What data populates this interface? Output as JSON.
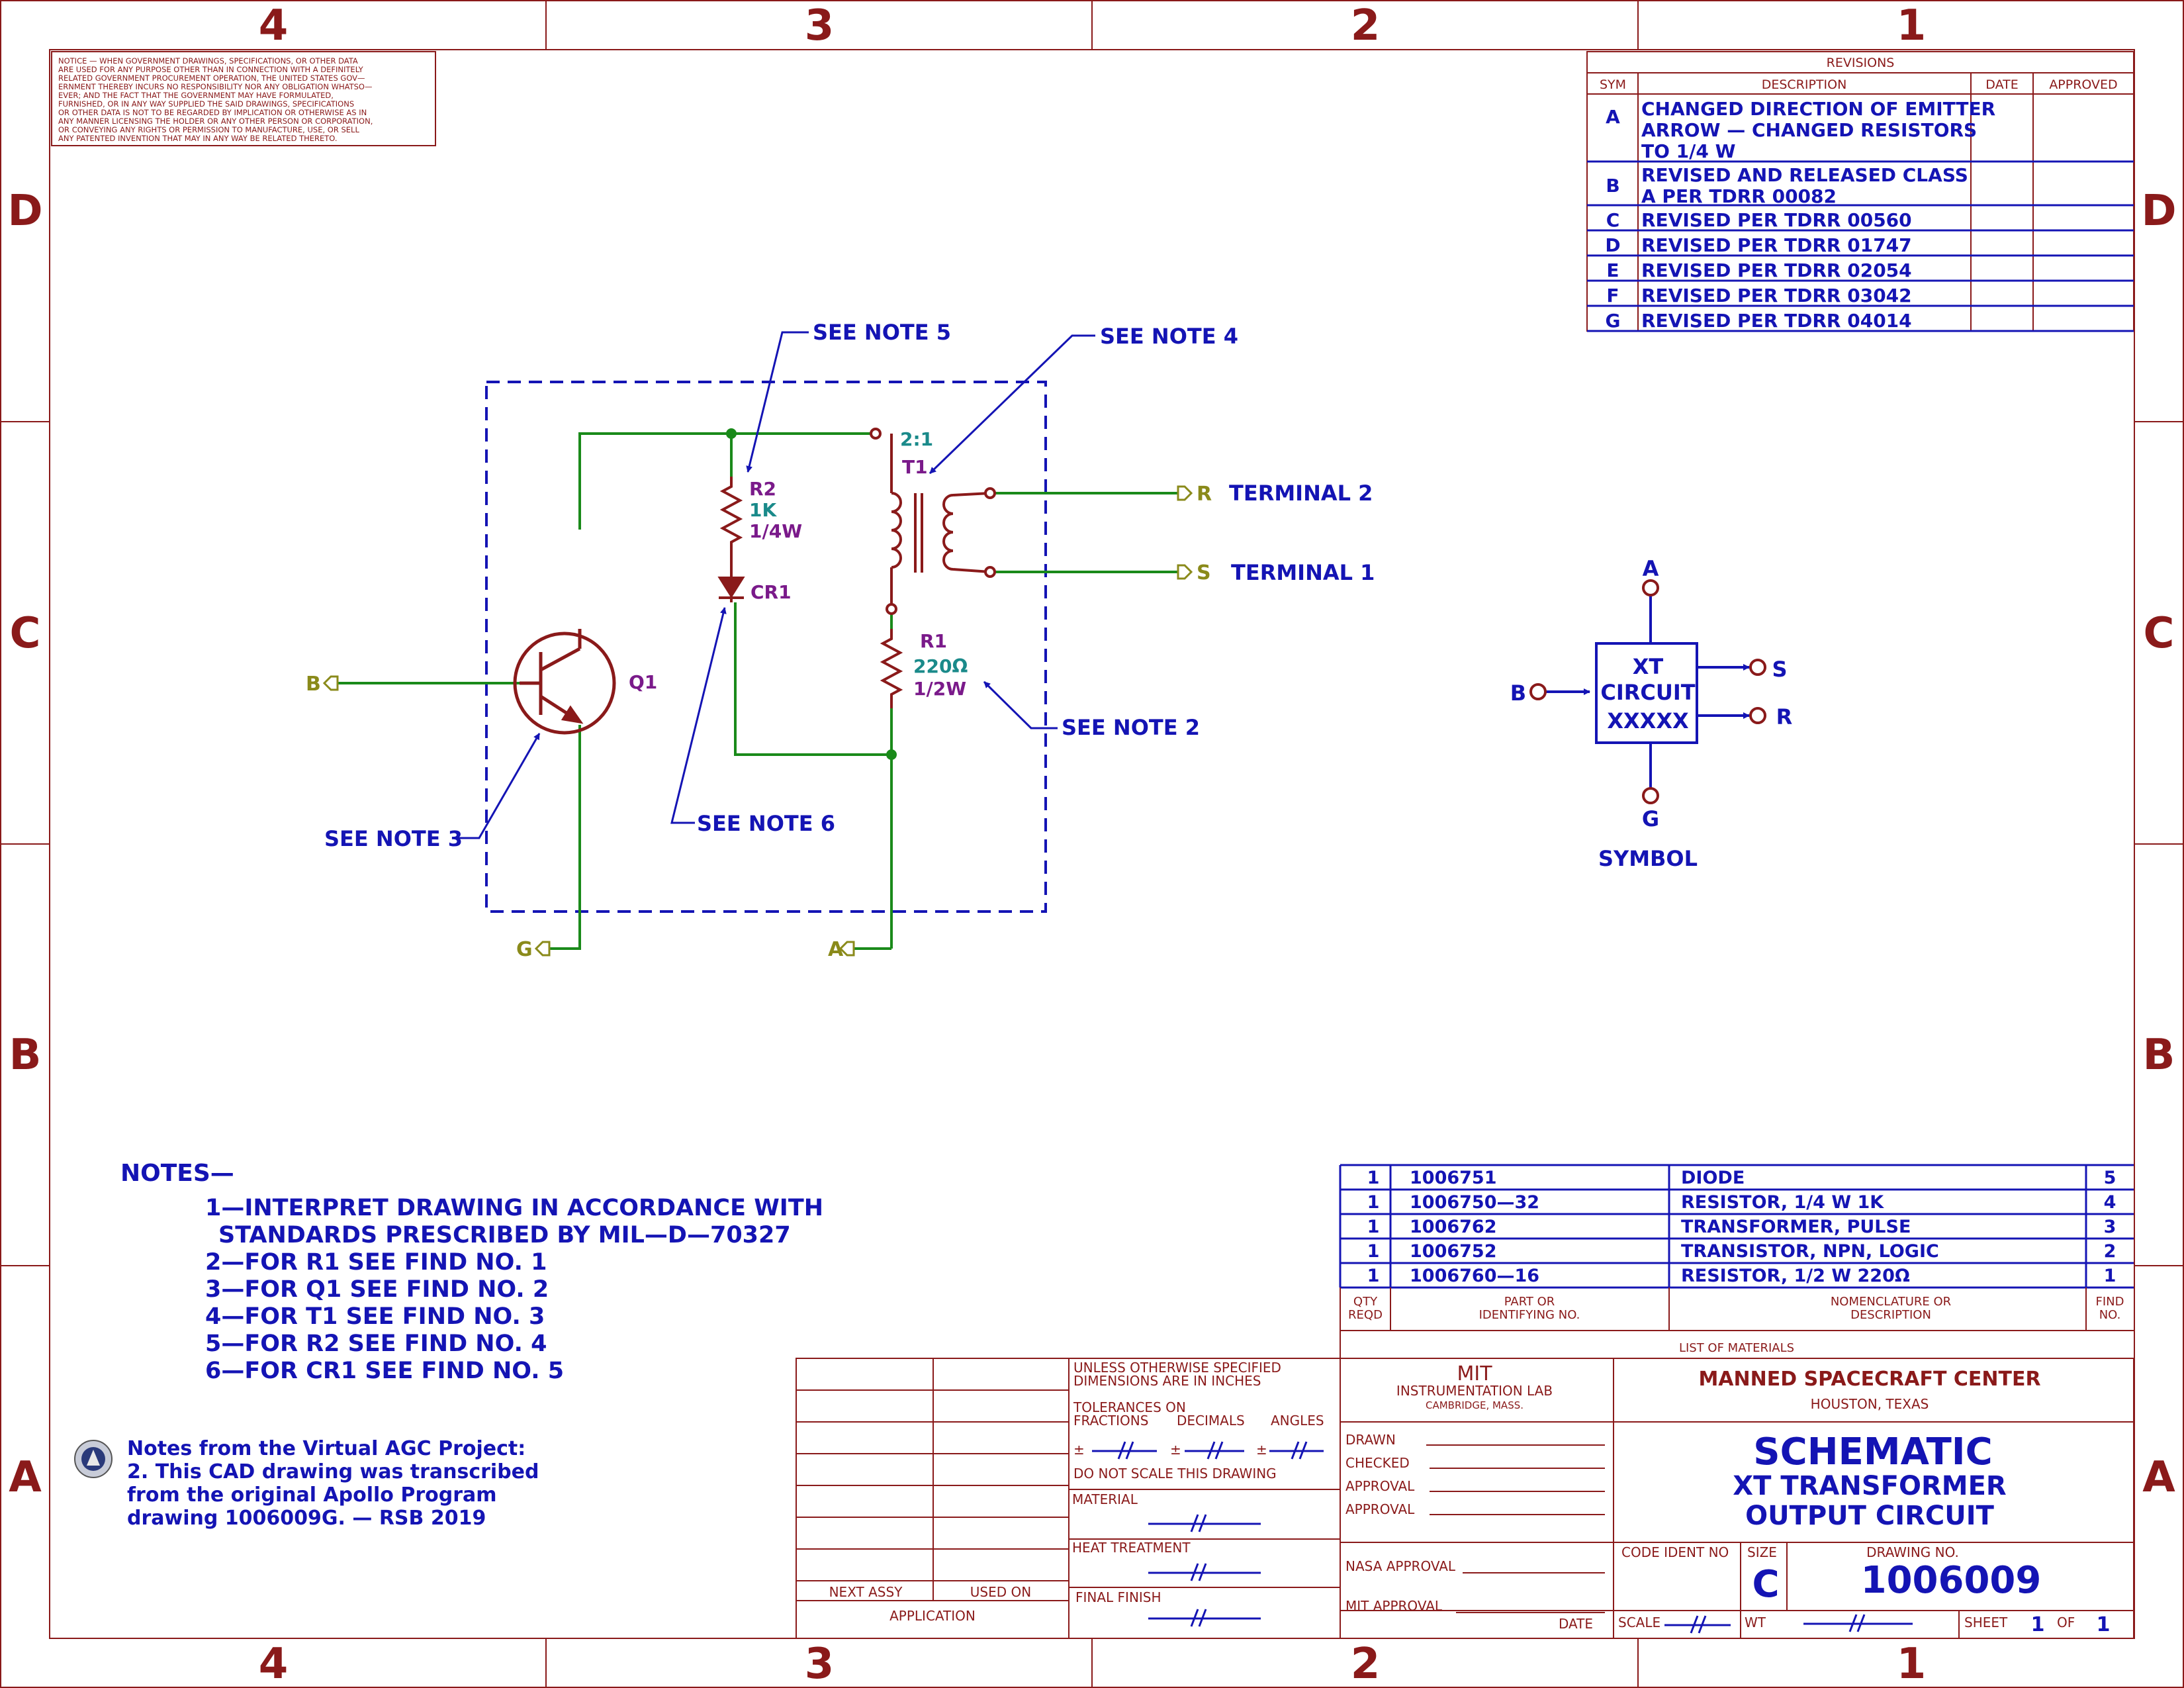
{
  "colors": {
    "border": "#8a1a1a",
    "blue": "#1414b4",
    "wire": "#1a8a1a",
    "part": "#8a1a1a",
    "refdes": "#7a1a8a",
    "value": "#1a8a8a",
    "port": "#8a8a1a"
  },
  "zones": {
    "columns": [
      "4",
      "3",
      "2",
      "1"
    ],
    "rows": [
      "D",
      "C",
      "B",
      "A"
    ]
  },
  "notice": "NOTICE — WHEN GOVERNMENT DRAWINGS, SPECIFICATIONS, OR OTHER DATA ARE USED FOR ANY PURPOSE OTHER THAN IN CONNECTION WITH A DEFINITELY RELATED GOVERNMENT PROCUREMENT OPERATION, THE UNITED STATES GOVERNMENT THEREBY INCURS NO RESPONSIBILITY NOR ANY OBLIGATION WHATSOEVER; AND THE FACT THAT THE GOVERNMENT MAY HAVE FORMULATED, FURNISHED, OR IN ANY WAY SUPPLIED THE SAID DRAWINGS, SPECIFICATIONS OR OTHER DATA IS NOT TO BE REGARDED BY IMPLICATION OR OTHERWISE AS IN ANY MANNER LICENSING THE HOLDER OR ANY OTHER PERSON OR CORPORATION, OR CONVEYING ANY RIGHTS OR PERMISSION TO MANUFACTURE, USE, OR SELL ANY PATENTED INVENTION THAT MAY IN ANY WAY BE RELATED THERETO.",
  "notice_lines": [
    "NOTICE — WHEN GOVERNMENT DRAWINGS, SPECIFICATIONS, OR OTHER DATA",
    "ARE USED FOR ANY PURPOSE OTHER THAN IN CONNECTION WITH A DEFINITELY",
    "RELATED GOVERNMENT PROCUREMENT OPERATION, THE UNITED STATES GOV—",
    "ERNMENT THEREBY INCURS NO RESPONSIBILITY NOR ANY OBLIGATION WHATSO—",
    "EVER; AND THE FACT THAT THE GOVERNMENT MAY HAVE FORMULATED,",
    "FURNISHED, OR IN ANY WAY SUPPLIED THE SAID DRAWINGS, SPECIFICATIONS",
    "OR OTHER DATA IS NOT TO BE REGARDED BY IMPLICATION OR OTHERWISE AS IN",
    "ANY MANNER LICENSING THE HOLDER OR ANY OTHER PERSON OR CORPORATION,",
    "OR CONVEYING ANY RIGHTS OR PERMISSION TO MANUFACTURE, USE, OR SELL",
    "ANY PATENTED INVENTION THAT MAY IN ANY WAY BE RELATED THERETO."
  ],
  "revisions": {
    "title": "REVISIONS",
    "headers": {
      "sym": "SYM",
      "description": "DESCRIPTION",
      "date": "DATE",
      "approved": "APPROVED"
    },
    "rows": [
      {
        "sym": "A",
        "lines": [
          "CHANGED DIRECTION OF EMITTER",
          "ARROW — CHANGED RESISTORS",
          "TO 1/4 W"
        ]
      },
      {
        "sym": "B",
        "lines": [
          "REVISED AND RELEASED CLASS",
          "A PER TDRR  00082"
        ]
      },
      {
        "sym": "C",
        "lines": [
          "REVISED PER TDRR  00560"
        ]
      },
      {
        "sym": "D",
        "lines": [
          "REVISED PER TDRR  01747"
        ]
      },
      {
        "sym": "E",
        "lines": [
          "REVISED PER TDRR  02054"
        ]
      },
      {
        "sym": "F",
        "lines": [
          "REVISED PER TDRR  03042"
        ]
      },
      {
        "sym": "G",
        "lines": [
          "REVISED PER TDRR  04014"
        ]
      }
    ]
  },
  "schematic": {
    "q1": "Q1",
    "t1_ratio": "2:1",
    "t1": "T1",
    "r2": "R2",
    "r2_value": "1K",
    "r2_power": "1/4W",
    "cr1": "CR1",
    "r1": "R1",
    "r1_value": "220Ω",
    "r1_power": "1/2W",
    "port_b": "B",
    "port_g": "G",
    "port_a": "A",
    "port_r": "R",
    "port_s": "S",
    "terminal2": "TERMINAL 2",
    "terminal1": "TERMINAL 1",
    "note2": "SEE NOTE 2",
    "note3": "SEE NOTE 3",
    "note4": "SEE NOTE 4",
    "note5": "SEE NOTE 5",
    "note6": "SEE NOTE 6"
  },
  "symbol": {
    "line1": "XT",
    "line2": "CIRCUIT",
    "line3": "XXXXX",
    "pin_a": "A",
    "pin_b": "B",
    "pin_g": "G",
    "pin_s": "S",
    "pin_r": "R",
    "caption": "SYMBOL"
  },
  "notes": {
    "title": "NOTES—",
    "items": [
      "1—INTERPRET DRAWING IN ACCORDANCE WITH",
      "  STANDARDS PRESCRIBED BY MIL—D—70327",
      "2—FOR  R1  SEE FIND NO. 1",
      "3—FOR  Q1  SEE FIND NO. 2",
      "4—FOR  T1  SEE FIND NO. 3",
      "5—FOR  R2  SEE FIND NO. 4",
      "6—FOR  CR1  SEE FIND NO. 5"
    ],
    "agc": [
      "Notes from the Virtual AGC Project:",
      "2. This CAD drawing was transcribed",
      "    from the original Apollo Program",
      "    drawing 1006009G. — RSB 2019"
    ]
  },
  "materials": {
    "rows": [
      {
        "qty": "1",
        "part": "1006751",
        "desc": "DIODE",
        "find": "5"
      },
      {
        "qty": "1",
        "part": "1006750—32",
        "desc": "RESISTOR, 1/4 W 1K",
        "find": "4"
      },
      {
        "qty": "1",
        "part": "1006762",
        "desc": "TRANSFORMER, PULSE",
        "find": "3"
      },
      {
        "qty": "1",
        "part": "1006752",
        "desc": "TRANSISTOR, NPN, LOGIC",
        "find": "2"
      },
      {
        "qty": "1",
        "part": "1006760—16",
        "desc": "RESISTOR, 1/2 W 220Ω",
        "find": "1"
      }
    ],
    "h_qty1": "QTY",
    "h_qty2": "REQD",
    "h_part1": "PART OR",
    "h_part2": "IDENTIFYING NO.",
    "h_desc1": "NOMENCLATURE OR",
    "h_desc2": "DESCRIPTION",
    "h_find1": "FIND",
    "h_find2": "NO.",
    "title": "LIST OF MATERIALS"
  },
  "titleblock": {
    "next_assy": "NEXT ASSY",
    "used_on": "USED ON",
    "application": "APPLICATION",
    "unless1": "UNLESS OTHERWISE SPECIFIED",
    "unless2": "DIMENSIONS ARE IN INCHES",
    "tol1": "TOLERANCES ON",
    "fractions": "FRACTIONS",
    "decimals": "DECIMALS",
    "angles": "ANGLES",
    "pm": "±",
    "nil": "//",
    "no_scale": "DO NOT SCALE THIS DRAWING",
    "material": "MATERIAL",
    "heat": "HEAT TREATMENT",
    "finish": "FINAL FINISH",
    "mit": "MIT",
    "lab": "INSTRUMENTATION LAB",
    "cambridge": "CAMBRIDGE, MASS.",
    "drawn": "DRAWN",
    "checked": "CHECKED",
    "approval": "APPROVAL",
    "nasa_approval": "NASA APPROVAL",
    "mit_approval": "MIT APPROVAL",
    "date": "DATE",
    "msc": "MANNED SPACECRAFT CENTER",
    "houston": "HOUSTON,  TEXAS",
    "title1": "SCHEMATIC",
    "title2": "XT TRANSFORMER",
    "title3": "OUTPUT CIRCUIT",
    "code_ident": "CODE IDENT NO",
    "size_label": "SIZE",
    "size": "C",
    "drawing_no_label": "DRAWING NO.",
    "drawing_no": "1006009",
    "scale": "SCALE",
    "wt": "WT",
    "sheet": "SHEET",
    "sheet_no": "1",
    "of": "OF",
    "sheet_total": "1"
  }
}
